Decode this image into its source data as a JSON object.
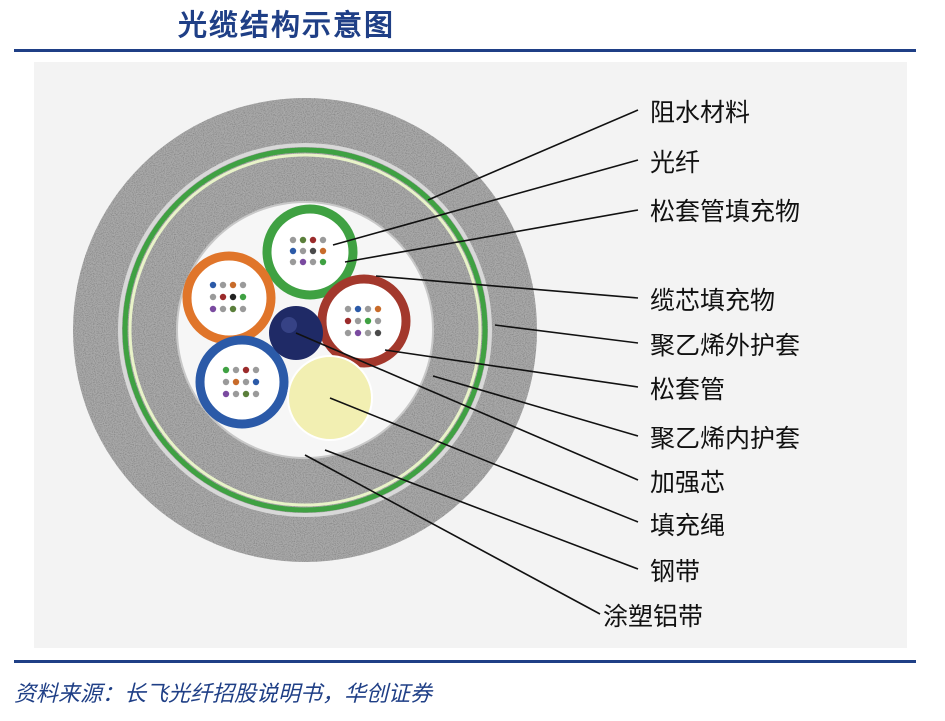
{
  "title": "光缆结构示意图",
  "labels": [
    "阻水材料",
    "光纤",
    "松套管填充物",
    "缆芯填充物",
    "聚乙烯外护套",
    "松套管",
    "聚乙烯内护套",
    "加强芯",
    "填充绳",
    "钢带",
    "涂塑铝带"
  ],
  "source": "资料来源：长飞光纤招股说明书，华创证券",
  "colors": {
    "accent": "#1f3f86",
    "outer_jacket": "#a9a9a9",
    "green_tube": "#3fa142",
    "orange_tube": "#e0752a",
    "red_tube": "#a3382c",
    "blue_tube": "#2b5aa8",
    "strength_member": "#1f2a66",
    "filler_rope": "#f2efb2"
  }
}
